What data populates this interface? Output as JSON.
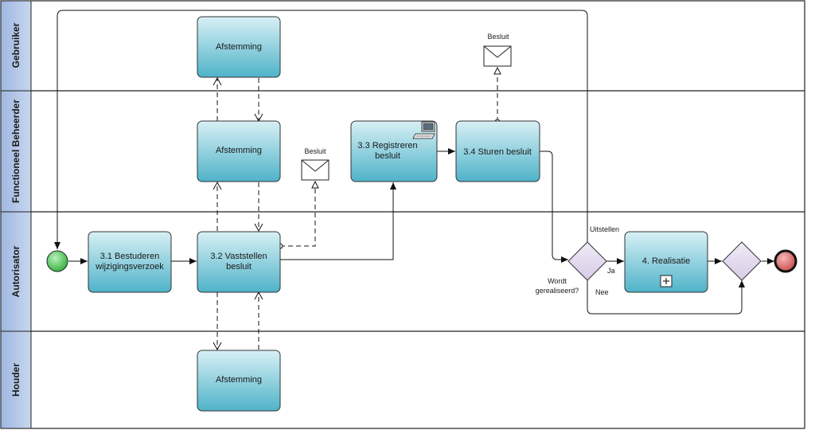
{
  "lanes": [
    {
      "key": "gebruiker",
      "label": "Gebruiker"
    },
    {
      "key": "functioneel",
      "label": "Functioneel Beheerder"
    },
    {
      "key": "autorisator",
      "label": "Autorisator"
    },
    {
      "key": "houder",
      "label": "Houder"
    }
  ],
  "tasks": {
    "afstemming_gebruiker": [
      "Afstemming"
    ],
    "afstemming_fb": [
      "Afstemming"
    ],
    "afstemming_houder": [
      "Afstemming"
    ],
    "t31": [
      "3.1 Bestuderen",
      "wijzigingsverzoek"
    ],
    "t32": [
      "3.2 Vaststellen",
      "besluit"
    ],
    "t33": [
      "3.3 Registreren",
      "besluit"
    ],
    "t34": [
      "3.4 Sturen besluit"
    ],
    "t4": [
      "4. Realisatie"
    ]
  },
  "messages": {
    "besluit_top": "Besluit",
    "besluit_mid": "Besluit"
  },
  "gateway": {
    "question": [
      "Wordt",
      "gerealiseerd?"
    ],
    "ja": "Ja",
    "nee": "Nee",
    "uitstellen": "Uitstellen"
  },
  "colors": {
    "lane_header": "#b9cdea",
    "lane_header_dark": "#8ea9d6",
    "task_top": "#d3eef3",
    "task_bottom": "#4fb6cc",
    "gateway": "#e6dff0",
    "start": "#52c95a",
    "end": "#e06a6a"
  }
}
